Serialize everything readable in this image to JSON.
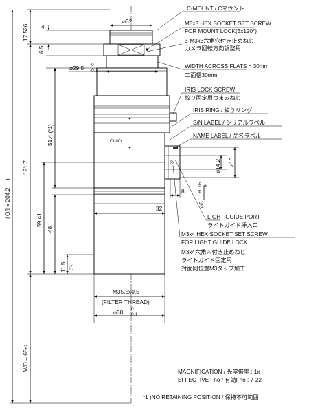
{
  "labels": {
    "c_mount": "C-MOUNT / Cマウント",
    "mount_lock_1": "M3x3 HEX SOCKET SET SCREW",
    "mount_lock_2": "FOR MOUNT LOCK(3x120°)",
    "mount_lock_jp_1": "3-M3x3六角穴付き止めねじ",
    "mount_lock_jp_2": "カメラ回転方向調整用",
    "flats_1": "WIDTH ACROSS FLATS = 30mm",
    "flats_2": "二面幅30mm",
    "iris_lock_1": "IRIS LOCK SCREW",
    "iris_lock_2": "絞り固定用つまみねじ",
    "iris_ring": "IRIS RING / 絞りリング",
    "sn_label": "S/N LABEL / シリアルラベル",
    "name_label": "NAME LABEL / 品名ラベル",
    "lg_port_1": "LIGHT GUIDE PORT",
    "lg_port_2": "ライトガイド挿入口",
    "lg_lock_1": "M3x4 HEX SOCKET SET SCREW",
    "lg_lock_2": "FOR LIGHT GUIDE LOCK",
    "lg_lock_jp_1": "M3x4六角穴付き止めねじ",
    "lg_lock_jp_2": "ライトガイド固定用",
    "lg_lock_jp_3": "対面同位置M3タップ加工",
    "filter_thread_1": "M35.5x0.5",
    "filter_thread_2": "(FILTER THREAD)",
    "magnification": "MAGNIFICATION / 光学倍率  : 1x",
    "effective_fno": "EFFECTIVE Fno / 有効Fno    : 7-22",
    "footnote": "*1 )NO RETAINING POSITION / 保持不可範囲",
    "logo_text": "CIIIIO"
  },
  "dims": {
    "d32": "⌀32",
    "d29_5": "⌀29.5",
    "d29_5_tol_top": "0",
    "d29_5_tol_bot": "-0.1",
    "d38": "⌀38",
    "d38_tol_top": "0",
    "d38_tol_bot": "-0.1",
    "d14_2": "⌀14.2",
    "d16": "⌀16",
    "d8": "⌀8",
    "d8_tol_top": "+0.05",
    "d8_tol_bot": "0",
    "v4": "4",
    "v6_5": "6.5",
    "v17_526": "17.526",
    "v51_4": "51.4 (*1)",
    "v121_7": "121.7",
    "v59_41": "59.41",
    "v48": "48",
    "v11_5": "11.5",
    "v11_5_note": "(*1)",
    "h8": "8",
    "h32": "32",
    "oi": "O/I = 204.2",
    "wd": "WD = 65",
    "wd_tol": "±2"
  }
}
